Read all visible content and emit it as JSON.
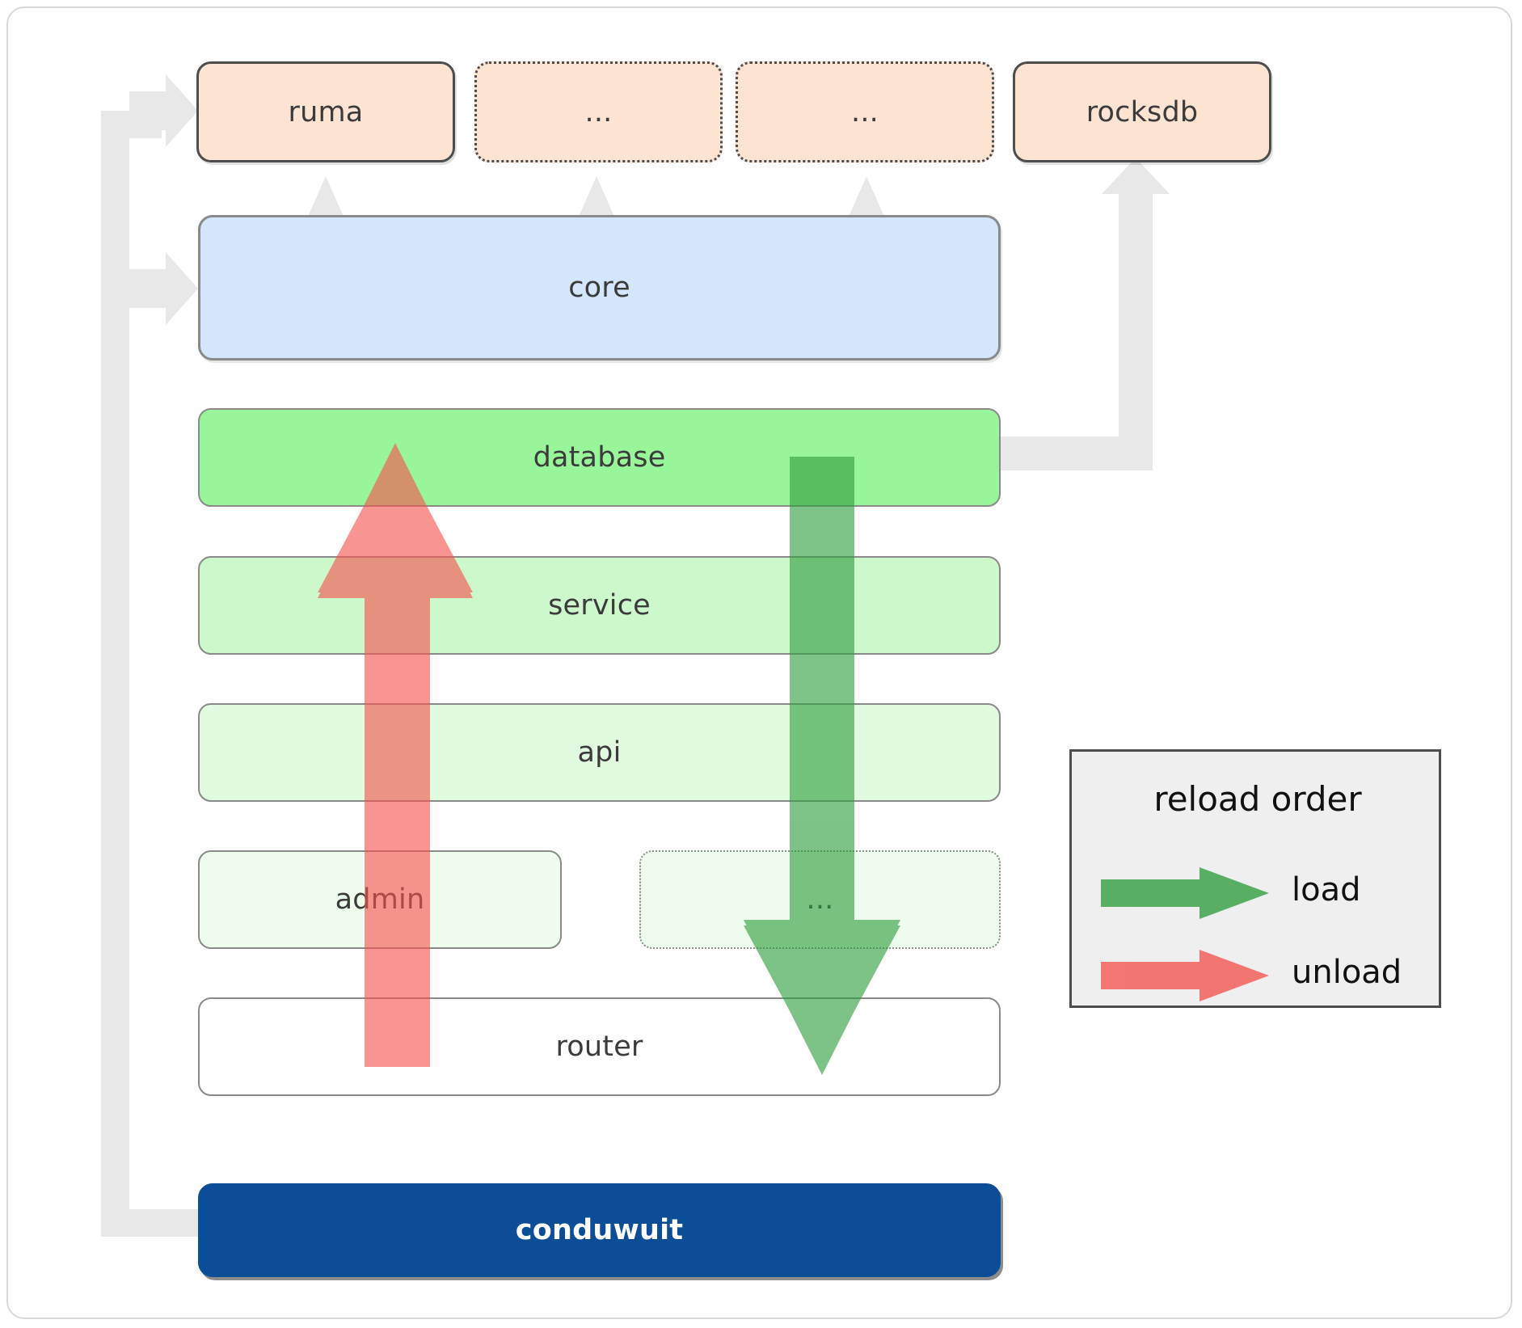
{
  "diagram": {
    "title": "conduwuit crate layer / reload order diagram",
    "colors": {
      "dependency_fill": "#fde3d2",
      "dependency_border": "#4d4d4d",
      "core_fill": "#d4e6fb",
      "layer_border": "#8a8a8a",
      "database_fill": "#99f599",
      "service_fill": "#ccf8cc",
      "api_fill": "#e0fbe0",
      "admin_fill": "#effdef",
      "router_fill": "#ffffff",
      "app_fill": "#0b4d96",
      "app_text": "#ffffff",
      "connector_gray": "#e8e8e8",
      "load_green": "#4caf50",
      "unload_red": "#f98a8a",
      "legend_bg": "#efefef",
      "legend_border": "#4d4d4d",
      "frame_border": "#d9d9d9"
    },
    "dependencies": [
      {
        "id": "ruma",
        "label": "ruma",
        "style": "solid"
      },
      {
        "id": "dep2",
        "label": "...",
        "style": "dotted"
      },
      {
        "id": "dep3",
        "label": "...",
        "style": "dotted"
      },
      {
        "id": "rocksdb",
        "label": "rocksdb",
        "style": "solid"
      }
    ],
    "core": {
      "id": "core",
      "label": "core"
    },
    "layers": [
      {
        "id": "database",
        "label": "database",
        "style": "solid"
      },
      {
        "id": "service",
        "label": "service",
        "style": "solid"
      },
      {
        "id": "api",
        "label": "api",
        "style": "solid"
      },
      {
        "id": "admin",
        "label": "admin",
        "style": "solid"
      },
      {
        "id": "more",
        "label": "...",
        "style": "dotted"
      },
      {
        "id": "router",
        "label": "router",
        "style": "solid"
      }
    ],
    "app": {
      "id": "conduwuit",
      "label": "conduwuit"
    },
    "legend": {
      "title": "reload order",
      "items": [
        {
          "id": "load",
          "label": "load",
          "color": "#4caf50",
          "direction": "right"
        },
        {
          "id": "unload",
          "label": "unload",
          "color": "#f98a8a",
          "direction": "right"
        }
      ]
    },
    "flow_arrows": [
      {
        "id": "unload-arrow",
        "label": "unload",
        "direction": "up",
        "color": "#f98a8a",
        "from": "router",
        "to": "database"
      },
      {
        "id": "load-arrow",
        "label": "load",
        "direction": "down",
        "color": "#4caf50",
        "from": "database",
        "to": "router"
      }
    ]
  }
}
